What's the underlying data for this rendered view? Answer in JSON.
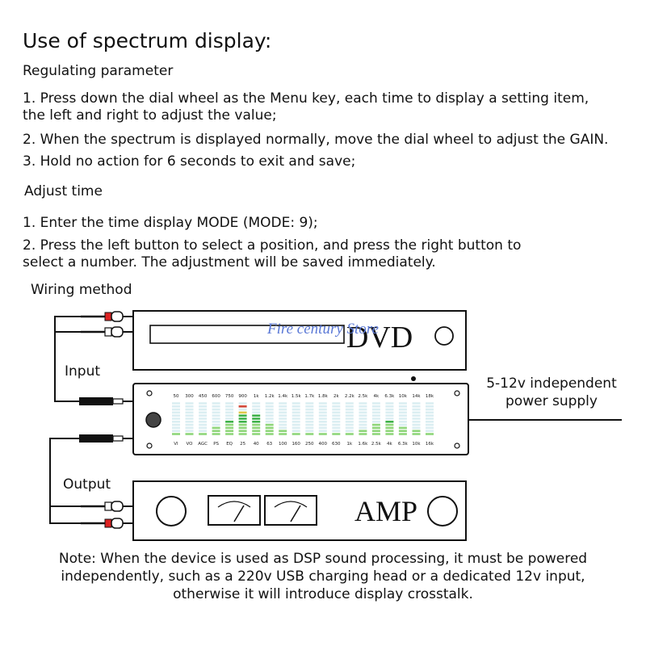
{
  "title": "Use of spectrum display:",
  "regulating": {
    "heading": "Regulating parameter",
    "step1_line1": "1. Press down the dial wheel as the Menu key, each time to display a setting item,",
    "step1_line2": "the left and right to adjust the value;",
    "step2": "2. When the spectrum is displayed normally, move the dial wheel to adjust the GAIN.",
    "step3": "3. Hold no action for 6 seconds to exit and save;"
  },
  "adjust_time": {
    "heading": "Adjust time",
    "step1": "1. Enter the time display MODE (MODE: 9);",
    "step2_line1": "2. Press the left button to select a position, and press the right button to",
    "step2_line2": "select a number. The adjustment will be saved immediately."
  },
  "wiring": {
    "heading": "Wiring method",
    "input_label": "Input",
    "output_label": "Output",
    "power_label": "5-12v independent power supply",
    "dvd_label": "DVD",
    "amp_label": "AMP",
    "watermark": "Fire century Store"
  },
  "spectrum": {
    "top_labels": [
      "50",
      "300",
      "450",
      "600",
      "750",
      "900",
      "1k",
      "1.2k",
      "1.4k",
      "1.5k",
      "1.7k",
      "1.8k",
      "2k",
      "2.2k",
      "2.5k",
      "4k",
      "6.3k",
      "10k",
      "14k",
      "18k"
    ],
    "bottom_labels": [
      "VI",
      "VO",
      "AGC",
      "PS",
      "EQ",
      "25",
      "40",
      "63",
      "100",
      "160",
      "250",
      "400",
      "630",
      "1k",
      "1.6k",
      "2.5k",
      "4k",
      "6.3k",
      "10k",
      "16k"
    ],
    "levels": [
      0.05,
      0.05,
      0.1,
      0.25,
      0.45,
      0.75,
      0.6,
      0.35,
      0.2,
      0.12,
      0.08,
      0.05,
      0.05,
      0.1,
      0.2,
      0.35,
      0.42,
      0.3,
      0.18,
      0.1
    ],
    "colors": {
      "low": "#8fd67a",
      "mid": "#3fb24a",
      "high": "#e0c84a",
      "peak": "#d24a3a",
      "ghost": "#dbeef2"
    }
  },
  "note": "Note: When the device is used as DSP sound processing, it must be powered independently, such as a 220v USB charging head or a dedicated 12v input, otherwise it will introduce display crosstalk."
}
